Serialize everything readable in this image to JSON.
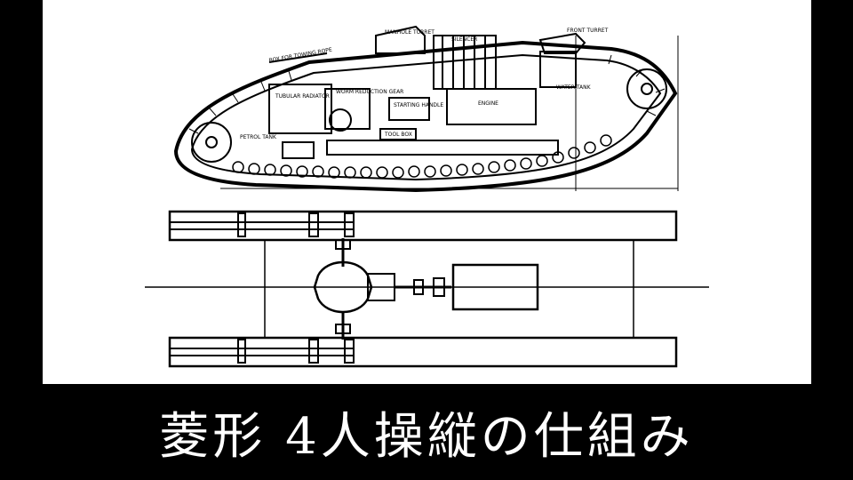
{
  "caption": {
    "text": "菱形 4人操縦の仕組み",
    "text_color": "#ffffff",
    "background_color": "#000000"
  },
  "drawing": {
    "background_color": "#ffffff",
    "line_color": "#000000",
    "labels": {
      "manhole_turret": "MANHOLE TURRET",
      "front_turret": "FRONT TURRET",
      "silencer": "SILENCER",
      "box_for_towing_rope": "BOX FOR TOWING ROPE",
      "tubular_radiator": "TUBULAR RADIATOR",
      "worm_reduction_gear": "WORM REDUCTION GEAR",
      "starting_handle": "STARTING HANDLE",
      "engine": "ENGINE",
      "petrol_tank": "PETROL TANK",
      "tool_box": "TOOL BOX",
      "water_tank": "WATER TANK"
    }
  }
}
